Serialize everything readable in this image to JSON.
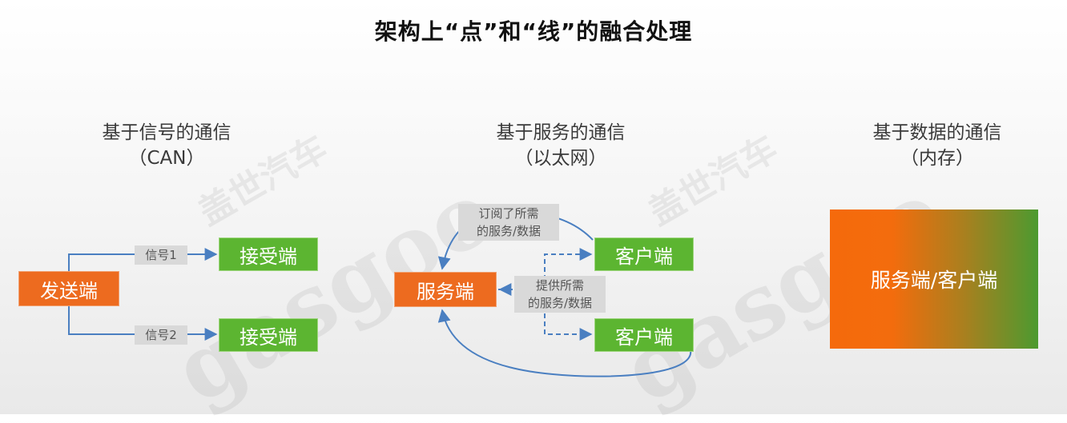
{
  "title": "架构上“点”和“线”的融合处理",
  "columns": {
    "can": {
      "title": "基于信号的通信",
      "subtitle": "（CAN）",
      "sender": "发送端",
      "receiver1": "接受端",
      "receiver2": "接受端",
      "signal1": "信号1",
      "signal2": "信号2"
    },
    "ethernet": {
      "title": "基于服务的通信",
      "subtitle": "（以太网）",
      "server": "服务端",
      "client1": "客户端",
      "client2": "客户端",
      "subscribe_label": "订阅了所需\n的服务/数据",
      "provide_label": "提供所需\n的服务/数据"
    },
    "memory": {
      "title": "基于数据的通信",
      "subtitle": "（内存）",
      "box": "服务端/客户端"
    }
  },
  "watermark": {
    "logo": "gasgoo",
    "text": "盖世汽车"
  },
  "colors": {
    "orange": "#ed6b1f",
    "green": "#5cb531",
    "arrow_blue": "#4a7fc1",
    "label_gray": "#d9d9d9"
  }
}
